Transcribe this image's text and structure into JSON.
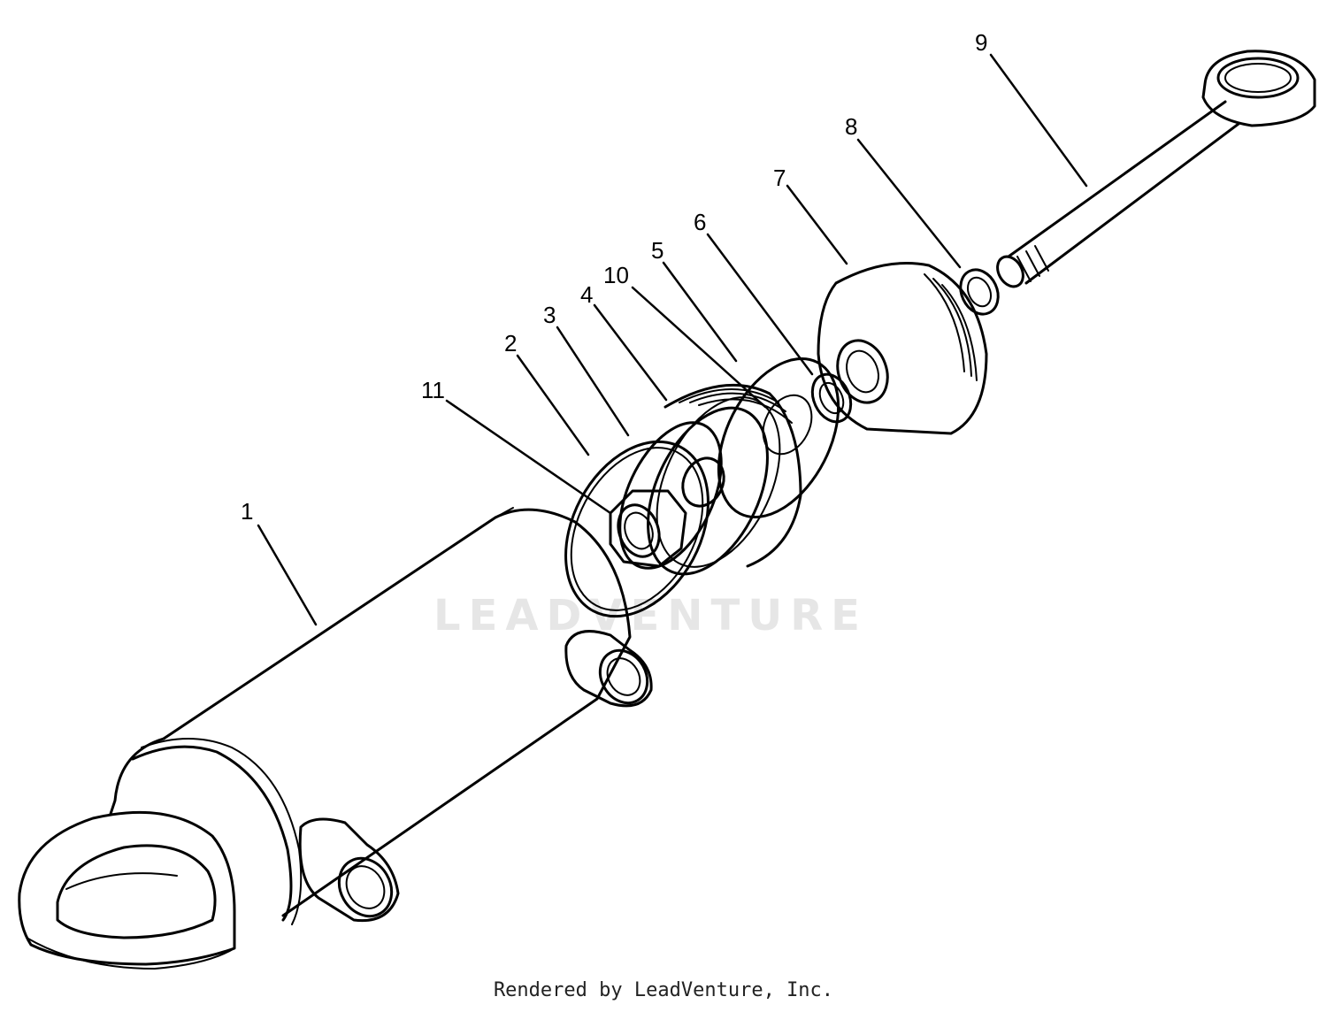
{
  "watermark": "LEADVENTURE",
  "footer": "Rendered by LeadVenture, Inc.",
  "callouts": {
    "c1": "1",
    "c2": "2",
    "c3": "3",
    "c4": "4",
    "c5": "5",
    "c6": "6",
    "c7": "7",
    "c8": "8",
    "c9": "9",
    "c10": "10",
    "c11": "11"
  }
}
